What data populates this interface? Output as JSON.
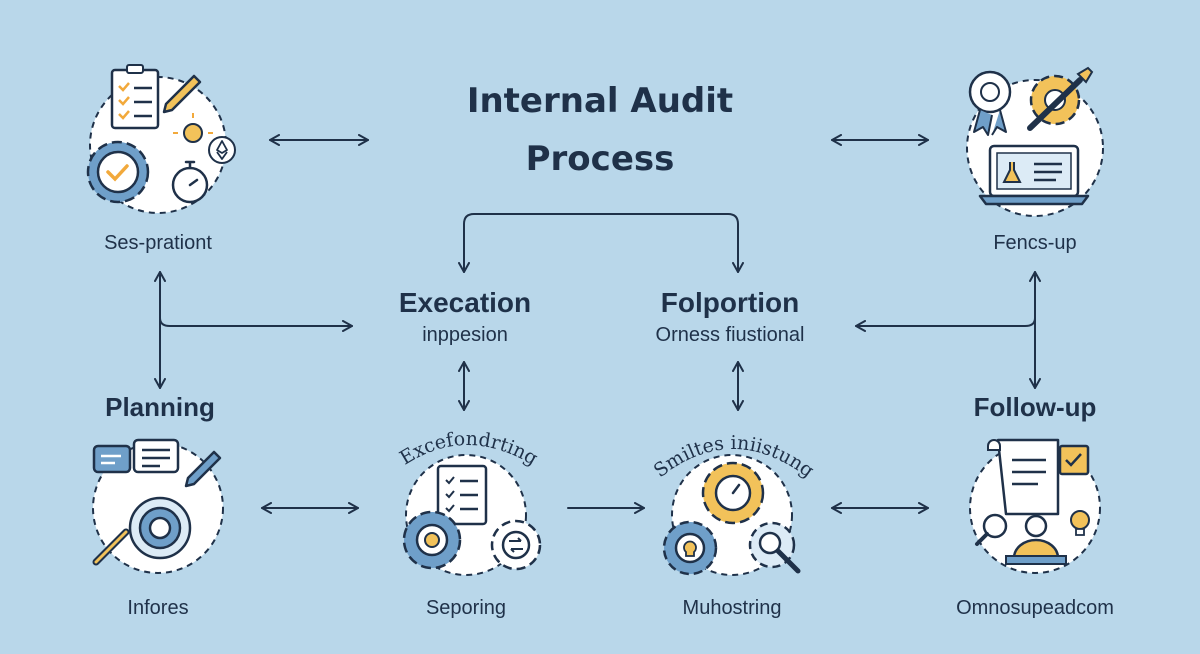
{
  "title": {
    "line1": "Internal Audit",
    "line2": "Process"
  },
  "nodes": {
    "top_left": {
      "label": "Ses-prationt"
    },
    "top_right": {
      "label": "Fencs-up"
    },
    "mid_left": {
      "label": "Planning"
    },
    "mid_right": {
      "label": "Follow-up"
    },
    "bottom_left": {
      "label": "Infores"
    },
    "bottom_center_left": {
      "label": "Seporing",
      "arc_label": "Excefondrting"
    },
    "bottom_center_right": {
      "label": "Muhostring",
      "arc_label": "Smiltes iniistung"
    },
    "bottom_right": {
      "label": "Omnosupeadcom"
    }
  },
  "center": {
    "left": {
      "heading": "Execation",
      "subheading": "inppesion"
    },
    "right": {
      "heading": "Folportion",
      "subheading": "Orness fiustional"
    }
  },
  "colors": {
    "background": "#b9d7ea",
    "ink": "#1f3149",
    "gear_blue": "#6f9fc9",
    "accent_yellow": "#f2c25a",
    "circle_fill": "#ffffff"
  }
}
